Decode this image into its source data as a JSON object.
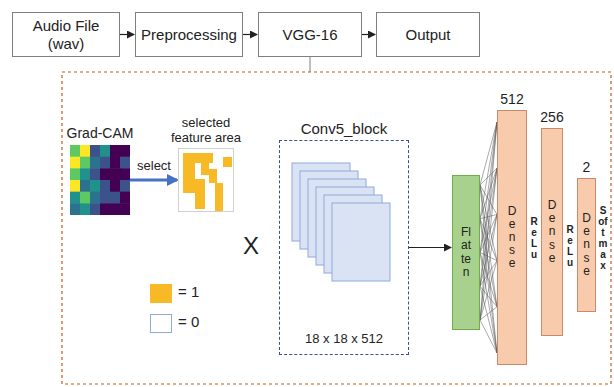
{
  "diagram": {
    "nodes": [
      {
        "text": [
          "Audio File (wav)"
        ]
      },
      {
        "text": [
          "Preprocessing"
        ]
      },
      {
        "text": [
          "VGG-16"
        ]
      },
      {
        "text": [
          "Output"
        ]
      },
      {
        "text": [
          "Grad-CAM"
        ]
      },
      {
        "text": [
          "selected feature area"
        ]
      },
      {
        "text": [
          "Conv5_block",
          "18 x 18 x 512"
        ]
      },
      {
        "text": [
          "Flatten"
        ]
      },
      {
        "text": [
          "Dense",
          "512"
        ]
      },
      {
        "text": [
          "Dense",
          "256"
        ]
      },
      {
        "text": [
          "Dense",
          "2"
        ]
      }
    ],
    "edges": [
      {
        "from": 0,
        "to": 1,
        "arrow": "to"
      },
      {
        "from": 1,
        "to": 2,
        "arrow": "to"
      },
      {
        "from": 2,
        "to": 3,
        "arrow": "to"
      },
      {
        "from": 4,
        "to": 5,
        "label": "select",
        "arrow": "to"
      },
      {
        "from": 6,
        "to": 7,
        "arrow": "to"
      },
      {
        "from": 7,
        "to": 8,
        "arrow": "none"
      }
    ],
    "labels": [
      "X",
      "ReLu",
      "ReLu",
      "Softmax"
    ],
    "legend": [
      {
        "text": "= 1",
        "color": "#f7b926"
      },
      {
        "text": "= 0",
        "color": "#ffffff"
      }
    ]
  }
}
